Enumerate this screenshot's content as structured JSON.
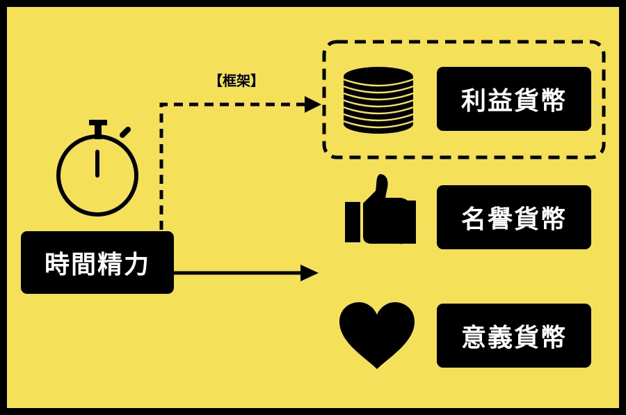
{
  "source": {
    "label": "時間精力"
  },
  "path_label": "【框架】",
  "outcomes": [
    {
      "label": "利益貨幣",
      "icon": "coin-stack-icon",
      "highlighted": true
    },
    {
      "label": "名譽貨幣",
      "icon": "thumbs-up-icon",
      "highlighted": false
    },
    {
      "label": "意義貨幣",
      "icon": "heart-icon",
      "highlighted": false
    }
  ],
  "colors": {
    "background": "#f5e05a",
    "box": "#000000",
    "text_on_box": "#ffffff",
    "border": "#000000"
  },
  "icons": {
    "source": "stopwatch-icon"
  }
}
